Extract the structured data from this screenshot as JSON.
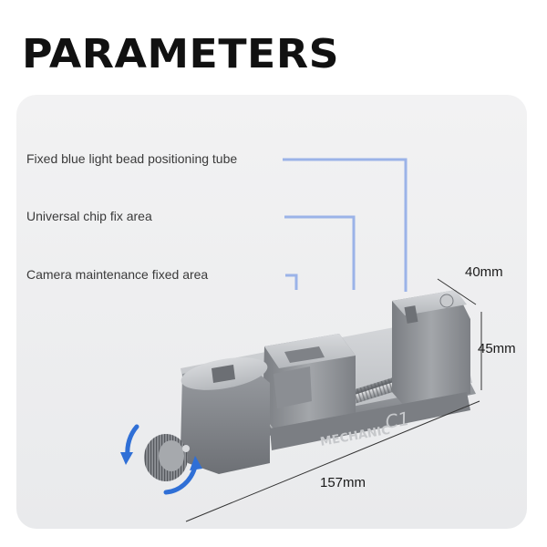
{
  "header": {
    "title": "PARAMETERS"
  },
  "callouts": [
    {
      "label": "Fixed blue light bead positioning tube"
    },
    {
      "label": "Universal chip fix area"
    },
    {
      "label": "Camera maintenance fixed area"
    }
  ],
  "dimensions": {
    "depth": "40mm",
    "height": "45mm",
    "length": "157mm"
  },
  "product": {
    "brand": "MECHANIC",
    "model": "C1"
  },
  "colors": {
    "callout_line": "#9bb3e8",
    "rotation_arrow": "#2f6fd6",
    "metal": "#8e9196"
  }
}
